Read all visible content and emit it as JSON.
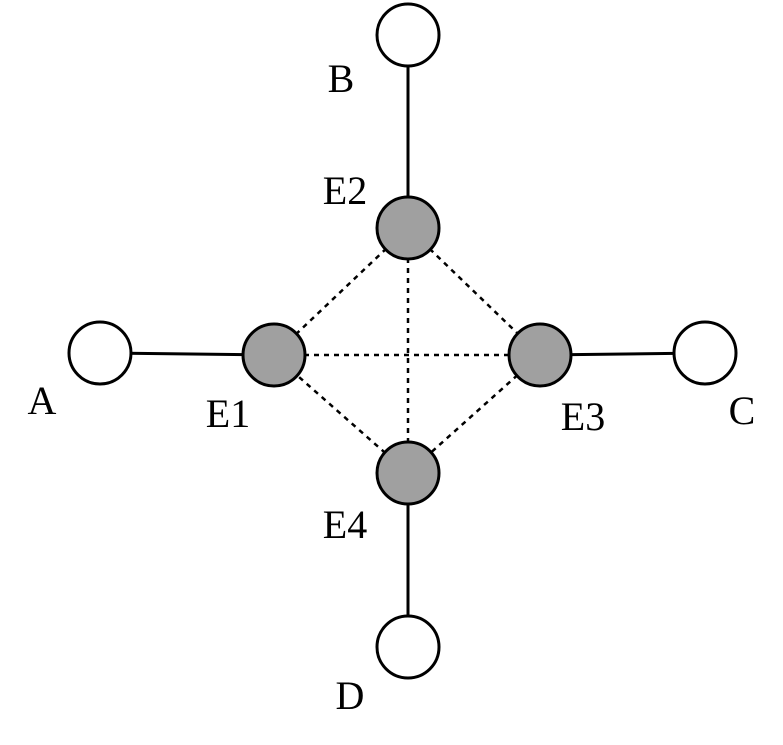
{
  "colors": {
    "outer_node_fill": "#ffffff",
    "inner_node_fill": "#a0a0a0",
    "stroke": "#000000"
  },
  "nodes": {
    "A": {
      "label": "A",
      "kind": "outer"
    },
    "B": {
      "label": "B",
      "kind": "outer"
    },
    "C": {
      "label": "C",
      "kind": "outer"
    },
    "D": {
      "label": "D",
      "kind": "outer"
    },
    "E1": {
      "label": "E1",
      "kind": "inner"
    },
    "E2": {
      "label": "E2",
      "kind": "inner"
    },
    "E3": {
      "label": "E3",
      "kind": "inner"
    },
    "E4": {
      "label": "E4",
      "kind": "inner"
    }
  },
  "edges": [
    {
      "from": "A",
      "to": "E1",
      "style": "solid"
    },
    {
      "from": "B",
      "to": "E2",
      "style": "solid"
    },
    {
      "from": "C",
      "to": "E3",
      "style": "solid"
    },
    {
      "from": "D",
      "to": "E4",
      "style": "solid"
    },
    {
      "from": "E1",
      "to": "E2",
      "style": "dashed"
    },
    {
      "from": "E2",
      "to": "E3",
      "style": "dashed"
    },
    {
      "from": "E3",
      "to": "E4",
      "style": "dashed"
    },
    {
      "from": "E4",
      "to": "E1",
      "style": "dashed"
    },
    {
      "from": "E1",
      "to": "E3",
      "style": "dashed"
    },
    {
      "from": "E2",
      "to": "E4",
      "style": "dashed"
    }
  ]
}
